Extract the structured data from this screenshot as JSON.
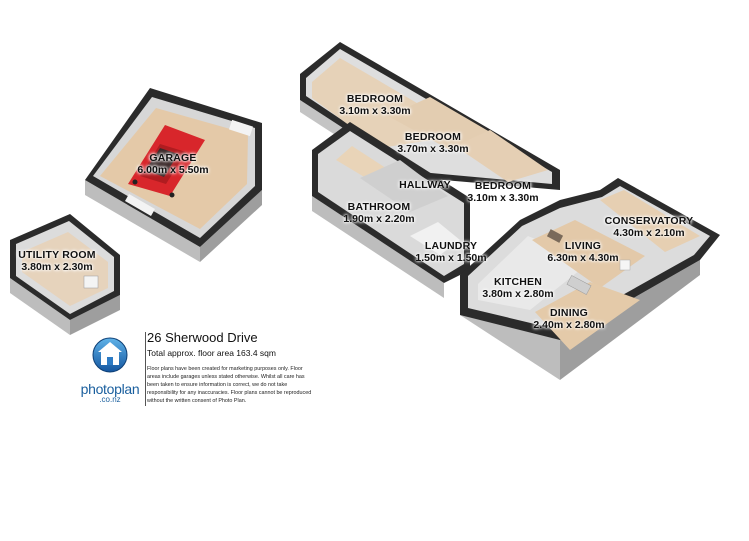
{
  "rooms": [
    {
      "name": "GARAGE",
      "dims": "6.00m x 5.50m"
    },
    {
      "name": "UTILITY ROOM",
      "dims": "3.80m x 2.30m"
    },
    {
      "name": "BEDROOM",
      "dims": "3.10m x 3.30m"
    },
    {
      "name": "BEDROOM",
      "dims": "3.70m x 3.30m"
    },
    {
      "name": "HALLWAY",
      "dims": ""
    },
    {
      "name": "BEDROOM",
      "dims": "3.10m x 3.30m"
    },
    {
      "name": "BATHROOM",
      "dims": "1.90m x 2.20m"
    },
    {
      "name": "LAUNDRY",
      "dims": "1.50m x 1.50m"
    },
    {
      "name": "CONSERVATORY",
      "dims": "4.30m x 2.10m"
    },
    {
      "name": "LIVING",
      "dims": "6.30m x 4.30m"
    },
    {
      "name": "KITCHEN",
      "dims": "3.80m x 2.80m"
    },
    {
      "name": "DINING",
      "dims": "2.40m x 2.80m"
    }
  ],
  "info": {
    "address": "26 Sherwood Drive",
    "area": "Total approx. floor area 163.4 sqm",
    "disclaimer": "Floor plans have been created for marketing purposes only. Floor areas include garages unless stated otherwise. Whilst all care has been taken to ensure information is correct, we do not take responsibility for any inaccuracies. Floor plans cannot be reproduced without the written consent of Photo Plan."
  },
  "logo": {
    "word": "photoplan",
    "domain": ".co.nz",
    "icon": "house-icon"
  },
  "colors": {
    "wall": "#2b2b2b",
    "wall_side": "#c9c9c9",
    "floor_wood": "#e2c7a8",
    "floor_tile": "#eeeeee",
    "car": "#d8262b",
    "logo": "#1a5f9e"
  }
}
